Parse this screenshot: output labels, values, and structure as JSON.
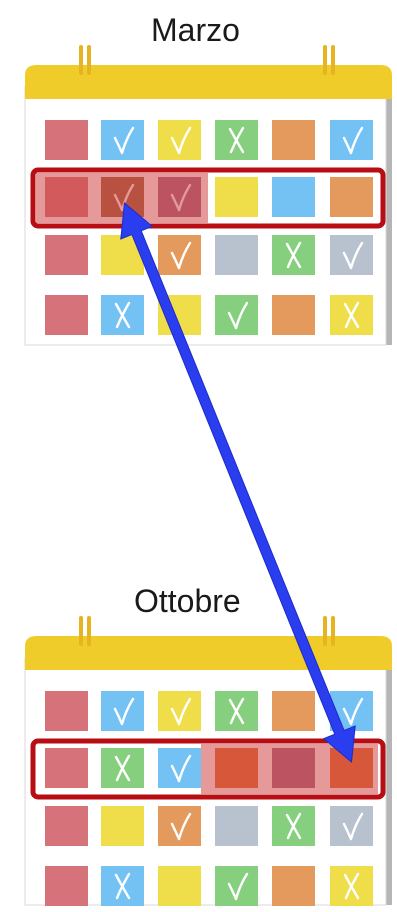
{
  "calendars": [
    {
      "title": "Marzo",
      "rows": [
        [
          {
            "c": "red",
            "m": ""
          },
          {
            "c": "blue",
            "m": "check"
          },
          {
            "c": "yellow",
            "m": "check"
          },
          {
            "c": "green",
            "m": "cross"
          },
          {
            "c": "orange",
            "m": ""
          },
          {
            "c": "blue",
            "m": "check"
          }
        ],
        [
          {
            "c": "red",
            "m": ""
          },
          {
            "c": "olive",
            "m": "check"
          },
          {
            "c": "purple",
            "m": "check"
          },
          {
            "c": "yellow",
            "m": ""
          },
          {
            "c": "blue",
            "m": ""
          },
          {
            "c": "orange",
            "m": ""
          }
        ],
        [
          {
            "c": "red",
            "m": ""
          },
          {
            "c": "yellow",
            "m": ""
          },
          {
            "c": "orange",
            "m": "check"
          },
          {
            "c": "gray",
            "m": ""
          },
          {
            "c": "green",
            "m": "cross"
          },
          {
            "c": "gray",
            "m": "check"
          }
        ],
        [
          {
            "c": "red",
            "m": ""
          },
          {
            "c": "blue",
            "m": "cross"
          },
          {
            "c": "yellow",
            "m": ""
          },
          {
            "c": "green",
            "m": "check"
          },
          {
            "c": "orange",
            "m": ""
          },
          {
            "c": "yellow",
            "m": "cross"
          }
        ]
      ],
      "highlight_row": 1,
      "shaded_cols": [
        0,
        1,
        2
      ]
    },
    {
      "title": "Ottobre",
      "rows": [
        [
          {
            "c": "red",
            "m": ""
          },
          {
            "c": "blue",
            "m": "check"
          },
          {
            "c": "yellow",
            "m": "check"
          },
          {
            "c": "green",
            "m": "cross"
          },
          {
            "c": "orange",
            "m": ""
          },
          {
            "c": "blue",
            "m": "check"
          }
        ],
        [
          {
            "c": "red",
            "m": ""
          },
          {
            "c": "green",
            "m": "cross"
          },
          {
            "c": "blue",
            "m": "check"
          },
          {
            "c": "darkorange",
            "m": ""
          },
          {
            "c": "purple",
            "m": ""
          },
          {
            "c": "darkorange",
            "m": ""
          }
        ],
        [
          {
            "c": "red",
            "m": ""
          },
          {
            "c": "yellow",
            "m": ""
          },
          {
            "c": "orange",
            "m": "check"
          },
          {
            "c": "gray",
            "m": ""
          },
          {
            "c": "green",
            "m": "cross"
          },
          {
            "c": "gray",
            "m": "check"
          }
        ],
        [
          {
            "c": "red",
            "m": ""
          },
          {
            "c": "blue",
            "m": "cross"
          },
          {
            "c": "yellow",
            "m": ""
          },
          {
            "c": "green",
            "m": "check"
          },
          {
            "c": "orange",
            "m": ""
          },
          {
            "c": "yellow",
            "m": "cross"
          }
        ]
      ],
      "highlight_row": 1,
      "shaded_cols": [
        3,
        4,
        5
      ]
    }
  ],
  "colors": {
    "red": "#d6737a",
    "blue": "#74c2f3",
    "yellow": "#efde4a",
    "green": "#86cf7e",
    "orange": "#e49a5d",
    "gray": "#b8c2ce",
    "olive": "#9b5f3a",
    "purple": "#a46580",
    "darkorange": "#e06d30",
    "binding": "#f0cc2a",
    "ring": "#e6b420",
    "highlight": "#b80d12",
    "shade": "rgba(208,70,70,0.55)",
    "arrow": "#2a3ef0"
  },
  "arrow": {
    "from": {
      "calendar": 0,
      "row": 1,
      "col": 1
    },
    "to": {
      "calendar": 1,
      "row": 1,
      "col": 5
    }
  }
}
